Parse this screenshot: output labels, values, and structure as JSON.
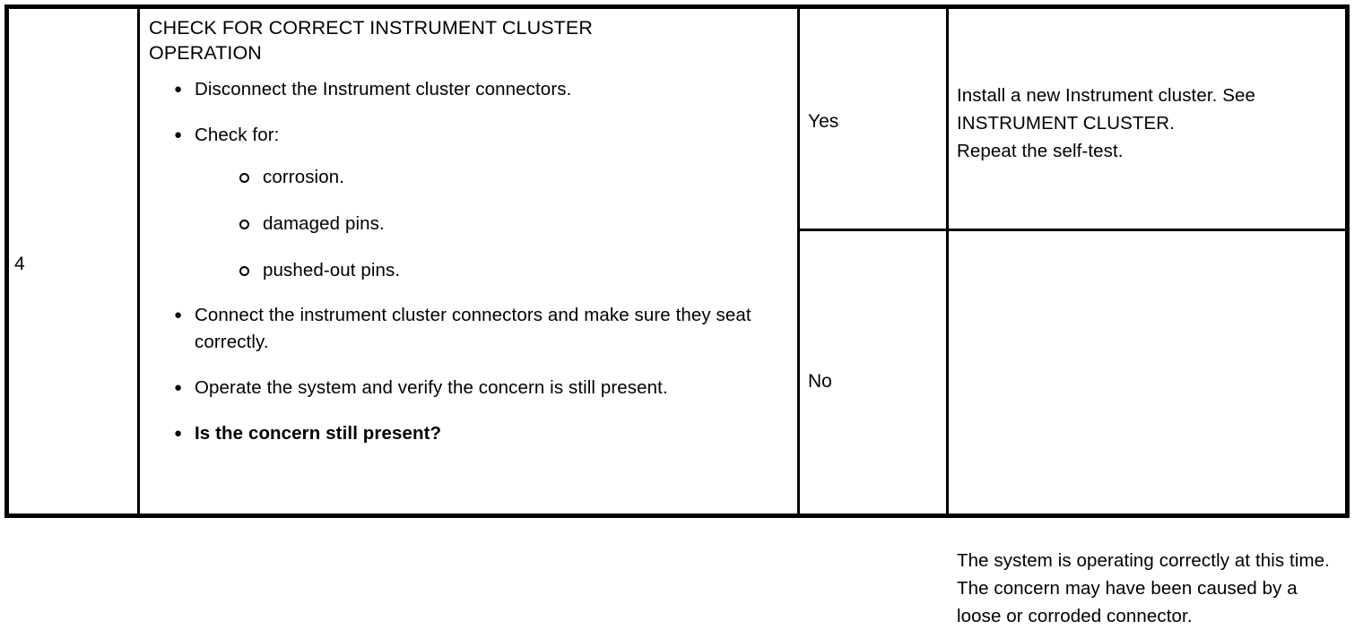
{
  "document": {
    "type": "diagnostic-pinpoint-test-table",
    "step_number": "4"
  },
  "procedure": {
    "title": "CHECK FOR CORRECT INSTRUMENT CLUSTER OPERATION",
    "bullets": [
      {
        "marker": "filled-bullet",
        "text": "Disconnect the Instrument cluster connectors.",
        "bold": false
      },
      {
        "marker": "filled-bullet",
        "text": "Check for:",
        "bold": false,
        "sub_bullets": [
          {
            "marker": "hollow-bullet",
            "text": "corrosion."
          },
          {
            "marker": "hollow-bullet",
            "text": "damaged pins."
          },
          {
            "marker": "hollow-bullet",
            "text": "pushed-out pins."
          }
        ]
      },
      {
        "marker": "filled-bullet",
        "text": "Connect the instrument cluster connectors and make sure they seat correctly.",
        "bold": false
      },
      {
        "marker": "filled-bullet",
        "text": "Operate the system and verify the concern is still present.",
        "bold": false
      },
      {
        "marker": "filled-bullet",
        "text": "Is the concern still present?",
        "bold": true
      }
    ]
  },
  "outcomes": [
    {
      "answer": "Yes",
      "action": "Install a new Instrument cluster. See INSTRUMENT CLUSTER.\nRepeat the self-test."
    },
    {
      "answer": "No",
      "action": "The system is operating correctly at this time. The concern may have been caused by a loose or corroded connector."
    }
  ],
  "style": {
    "text_color": "#000000",
    "background_color": "#ffffff",
    "border_color": "#000000"
  }
}
